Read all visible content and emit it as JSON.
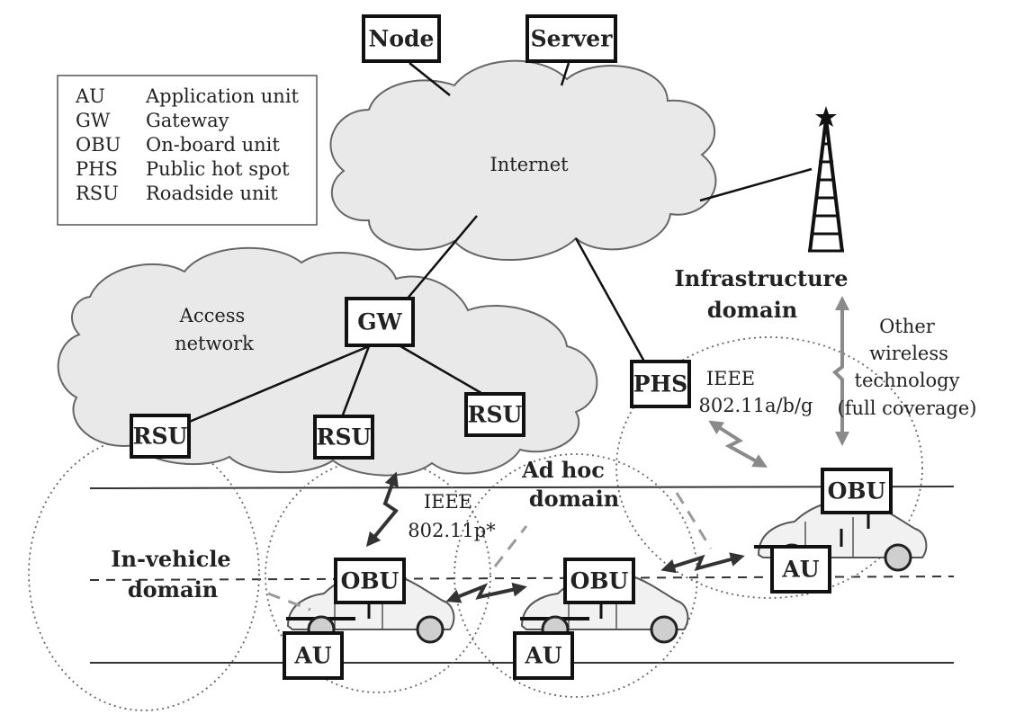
{
  "legend": [
    {
      "abbr": "AU",
      "meaning": "Application unit"
    },
    {
      "abbr": "GW",
      "meaning": "Gateway"
    },
    {
      "abbr": "OBU",
      "meaning": "On-board unit"
    },
    {
      "abbr": "PHS",
      "meaning": "Public hot spot"
    },
    {
      "abbr": "RSU",
      "meaning": "Roadside unit"
    }
  ],
  "nodes": {
    "node": "Node",
    "server": "Server",
    "gw": "GW",
    "rsu": "RSU",
    "phs": "PHS",
    "obu": "OBU",
    "au": "AU"
  },
  "clouds": {
    "internet": "Internet",
    "access_line1": "Access",
    "access_line2": "network"
  },
  "domains": {
    "infrastructure_line1": "Infrastructure",
    "infrastructure_line2": "domain",
    "adhoc_line1": "Ad hoc",
    "adhoc_line2": "domain",
    "invehicle_line1": "In-vehicle",
    "invehicle_line2": "domain"
  },
  "technologies": {
    "wifi_line1": "IEEE",
    "wifi_line2": "802.11a/b/g",
    "wave_line1": "IEEE",
    "wave_line2": "802.11p*",
    "other_line1": "Other",
    "other_line2": "wireless",
    "other_line3": "technology",
    "other_line4": "(full coverage)"
  },
  "colors": {
    "box_stroke": "#111111",
    "cloud_fill": "#e9e9e9",
    "arrow_dark": "#333333",
    "arrow_light": "#8a8a8a"
  }
}
